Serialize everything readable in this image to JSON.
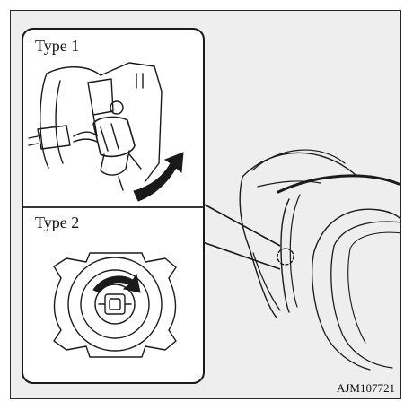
{
  "labels": {
    "type1": "Type 1",
    "type2": "Type 2",
    "code": "AJM107721"
  }
}
